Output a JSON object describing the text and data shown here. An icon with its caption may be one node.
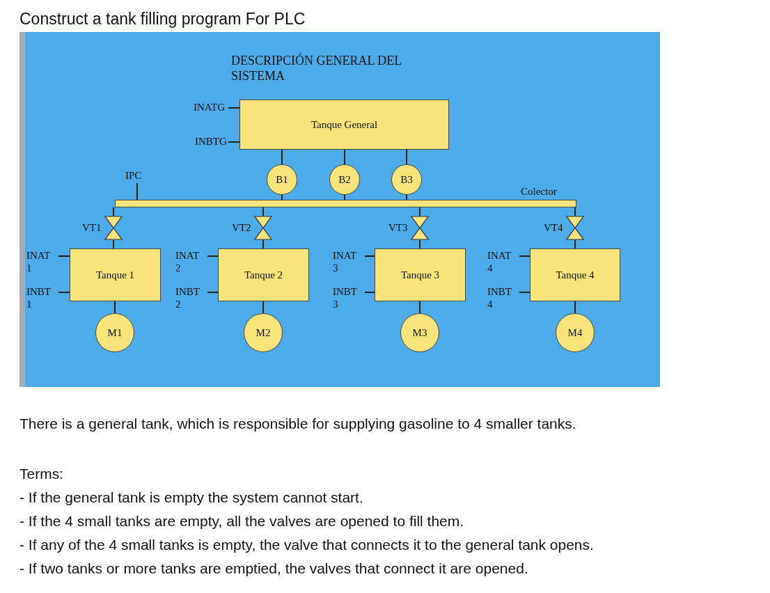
{
  "diagram": {
    "title": "Construct a tank filling program For PLC",
    "nodes": [
      {
        "text": [
          "Tanque General"
        ]
      },
      {
        "text": [
          "INATG"
        ]
      },
      {
        "text": [
          "INBTG"
        ]
      },
      {
        "text": [
          "B1"
        ]
      },
      {
        "text": [
          "B2"
        ]
      },
      {
        "text": [
          "B3"
        ]
      },
      {
        "text": [
          "IPC"
        ]
      },
      {
        "text": [],
        "shape": "bar",
        "beside": [
          "Colector"
        ]
      },
      {
        "text": [],
        "shape": "valve",
        "beside": [
          "VT1"
        ]
      },
      {
        "text": [],
        "shape": "valve",
        "beside": [
          "VT2"
        ]
      },
      {
        "text": [],
        "shape": "valve",
        "beside": [
          "VT3"
        ]
      },
      {
        "text": [],
        "shape": "valve",
        "beside": [
          "VT4"
        ]
      },
      {
        "text": [
          "Tanque 1"
        ]
      },
      {
        "text": [
          "Tanque 2"
        ]
      },
      {
        "text": [
          "Tanque 3"
        ]
      },
      {
        "text": [
          "Tanque 4"
        ]
      },
      {
        "text": [
          "INAT 1"
        ]
      },
      {
        "text": [
          "INBT 1"
        ]
      },
      {
        "text": [
          "INAT 2"
        ]
      },
      {
        "text": [
          "INBT 2"
        ]
      },
      {
        "text": [
          "INAT 3"
        ]
      },
      {
        "text": [
          "INBT 3"
        ]
      },
      {
        "text": [
          "INAT 4"
        ]
      },
      {
        "text": [
          "INBT 4"
        ]
      },
      {
        "text": [
          "M1"
        ]
      },
      {
        "text": [
          "M2"
        ]
      },
      {
        "text": [
          "M3"
        ]
      },
      {
        "text": [
          "M4"
        ]
      }
    ],
    "edges": [
      {
        "from": 1,
        "to": 0,
        "arrow": "none"
      },
      {
        "from": 2,
        "to": 0,
        "arrow": "none"
      },
      {
        "from": 0,
        "to": 3,
        "arrow": "none"
      },
      {
        "from": 0,
        "to": 4,
        "arrow": "none"
      },
      {
        "from": 0,
        "to": 5,
        "arrow": "none"
      },
      {
        "from": 3,
        "to": 7,
        "arrow": "none"
      },
      {
        "from": 4,
        "to": 7,
        "arrow": "none"
      },
      {
        "from": 5,
        "to": 7,
        "arrow": "none"
      },
      {
        "from": 6,
        "to": 7,
        "arrow": "none"
      },
      {
        "from": 7,
        "to": 8,
        "arrow": "none"
      },
      {
        "from": 7,
        "to": 9,
        "arrow": "none"
      },
      {
        "from": 7,
        "to": 10,
        "arrow": "none"
      },
      {
        "from": 7,
        "to": 11,
        "arrow": "none"
      },
      {
        "from": 8,
        "to": 12,
        "arrow": "none"
      },
      {
        "from": 9,
        "to": 13,
        "arrow": "none"
      },
      {
        "from": 10,
        "to": 14,
        "arrow": "none"
      },
      {
        "from": 11,
        "to": 15,
        "arrow": "none"
      },
      {
        "from": 16,
        "to": 12,
        "arrow": "none"
      },
      {
        "from": 17,
        "to": 12,
        "arrow": "none"
      },
      {
        "from": 18,
        "to": 13,
        "arrow": "none"
      },
      {
        "from": 19,
        "to": 13,
        "arrow": "none"
      },
      {
        "from": 20,
        "to": 14,
        "arrow": "none"
      },
      {
        "from": 21,
        "to": 14,
        "arrow": "none"
      },
      {
        "from": 22,
        "to": 15,
        "arrow": "none"
      },
      {
        "from": 23,
        "to": 15,
        "arrow": "none"
      },
      {
        "from": 12,
        "to": 24,
        "arrow": "none"
      },
      {
        "from": 13,
        "to": 25,
        "arrow": "none"
      },
      {
        "from": 14,
        "to": 26,
        "arrow": "none"
      },
      {
        "from": 15,
        "to": 27,
        "arrow": "none"
      }
    ],
    "labels": [
      "DESCRIPCIÓN GENERAL DEL SISTEMA",
      "There is a general tank, which is responsible for supplying gasoline to 4 smaller tanks.",
      "Terms:",
      "- If the general tank is empty the system cannot start.",
      "- If the 4 small tanks are empty, all the valves are opened to fill them.",
      "- If any of the 4 small tanks is empty, the valve that connects it to the general tank opens.",
      "- If two tanks or more tanks are emptied, the valves that connect it are opened."
    ]
  }
}
